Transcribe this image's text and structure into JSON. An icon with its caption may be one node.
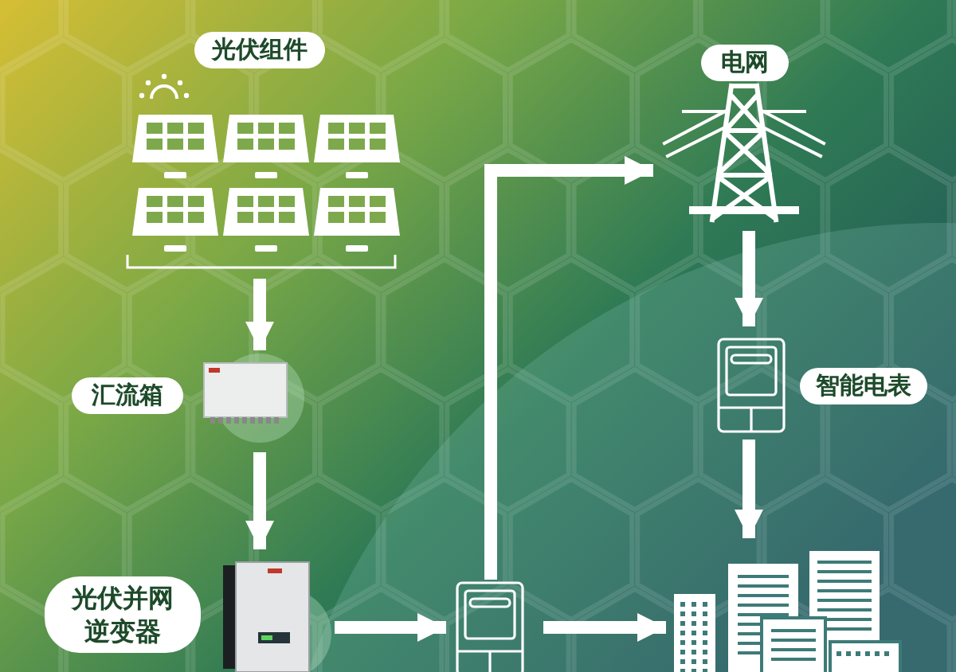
{
  "diagram": {
    "nodes": [
      {
        "text": [
          "光伏组件"
        ]
      },
      {
        "text": [
          "汇流箱"
        ]
      },
      {
        "text": [
          "光伏并网逆变器"
        ]
      },
      {
        "text": [
          "电网"
        ]
      },
      {
        "text": [
          "智能电表"
        ]
      },
      {
        "text": [],
        "shape": "picture"
      },
      {
        "text": [],
        "shape": "picture"
      }
    ],
    "edges": [
      {
        "from": 0,
        "to": 1,
        "arrow": "to"
      },
      {
        "from": 1,
        "to": 2,
        "arrow": "to"
      },
      {
        "from": 2,
        "to": 5,
        "arrow": "to"
      },
      {
        "from": 5,
        "to": 3,
        "arrow": "to"
      },
      {
        "from": 3,
        "to": 4,
        "arrow": "to"
      },
      {
        "from": 4,
        "to": 6,
        "arrow": "to"
      },
      {
        "from": 5,
        "to": 6,
        "arrow": "to"
      }
    ]
  }
}
